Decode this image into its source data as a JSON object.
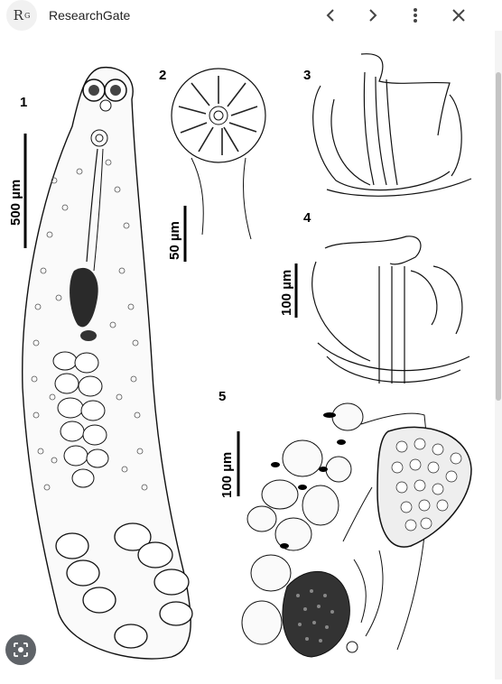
{
  "header": {
    "logo_text": "R",
    "logo_sup": "G",
    "site_name": "ResearchGate"
  },
  "toolbar_icons": [
    "chevron-left-icon",
    "chevron-right-icon",
    "more-vert-icon",
    "close-icon"
  ],
  "figure": {
    "panels": [
      {
        "label": "1",
        "scale_bar": "500 µm"
      },
      {
        "label": "2",
        "scale_bar": "50 µm"
      },
      {
        "label": "3",
        "scale_bar": ""
      },
      {
        "label": "4",
        "scale_bar": "100 µm"
      },
      {
        "label": "5",
        "scale_bar": "100 µm"
      }
    ]
  },
  "colors": {
    "ink": "#000000",
    "background": "#ffffff",
    "lens_button": "#5f6368",
    "scroll_thumb": "#c4c4c4"
  }
}
